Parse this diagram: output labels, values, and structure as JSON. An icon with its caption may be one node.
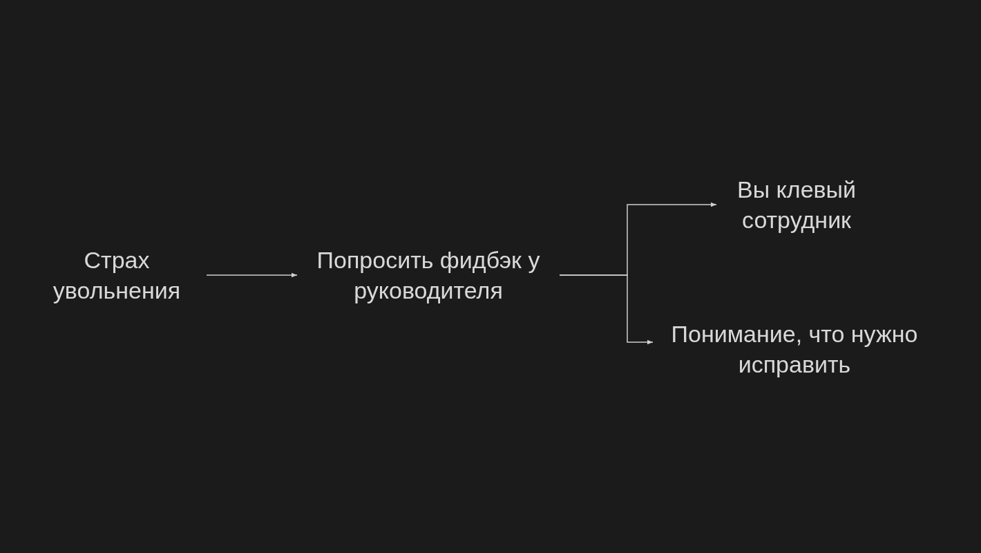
{
  "diagram": {
    "nodes": [
      {
        "text": [
          "Страх увольнения"
        ]
      },
      {
        "text": [
          "Попросить фидбэк у руководителя"
        ]
      },
      {
        "text": [
          "Вы клевый сотрудник"
        ]
      },
      {
        "text": [
          "Понимание, что нужно исправить"
        ]
      }
    ],
    "edges": [
      {
        "from": 0,
        "to": 1,
        "arrow": "to"
      },
      {
        "from": 1,
        "to": 2,
        "arrow": "to"
      },
      {
        "from": 1,
        "to": 3,
        "arrow": "to"
      }
    ]
  }
}
